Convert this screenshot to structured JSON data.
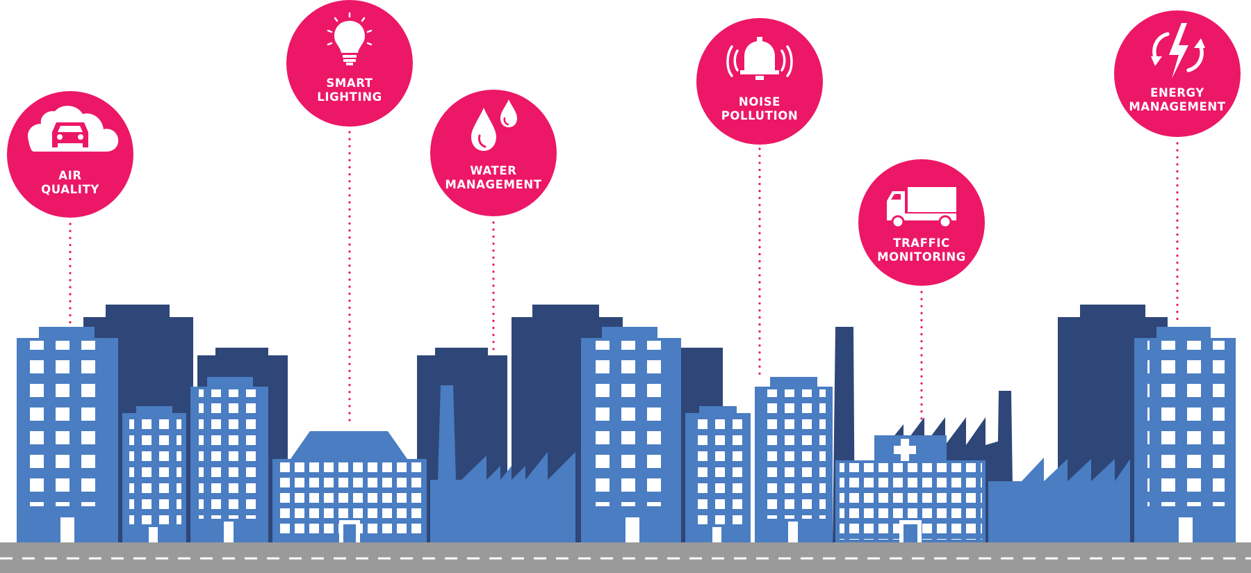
{
  "colors": {
    "accent": "#ec1767",
    "building_light": "#4a7dc2",
    "building_dark": "#2f4678",
    "window": "#ffffff",
    "road": "#9a9a9a",
    "road_marking": "#ffffff"
  },
  "features": [
    {
      "id": "air-quality",
      "icon": "cloud-car-icon",
      "line1": "AIR",
      "line2": "QUALITY"
    },
    {
      "id": "smart-lighting",
      "icon": "lightbulb-icon",
      "line1": "SMART",
      "line2": "LIGHTING"
    },
    {
      "id": "water-management",
      "icon": "water-drops-icon",
      "line1": "WATER",
      "line2": "MANAGEMENT"
    },
    {
      "id": "noise-pollution",
      "icon": "bell-sound-icon",
      "line1": "NOISE",
      "line2": "POLLUTION"
    },
    {
      "id": "traffic-monitoring",
      "icon": "truck-icon",
      "line1": "TRAFFIC",
      "line2": "MONITORING"
    },
    {
      "id": "energy-management",
      "icon": "energy-cycle-icon",
      "line1": "ENERGY",
      "line2": "MANAGEMENT"
    }
  ]
}
